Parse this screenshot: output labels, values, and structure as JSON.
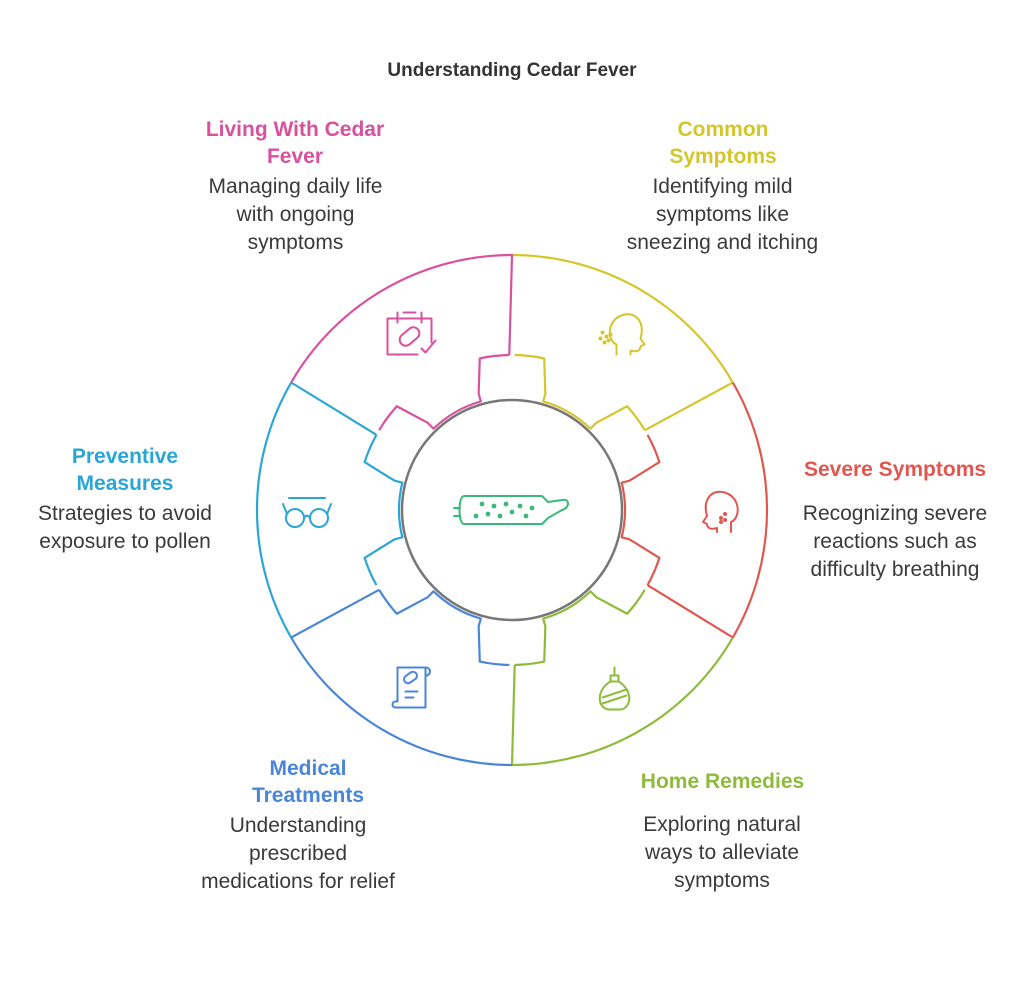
{
  "title": "Understanding Cedar Fever",
  "segments": [
    {
      "key": "common",
      "title": "Common Symptoms",
      "description": "Identifying mild symptoms like sneezing and itching",
      "color": "#d4c62a",
      "icon": "sneezing-head-icon"
    },
    {
      "key": "severe",
      "title": "Severe Symptoms",
      "description": "Recognizing severe reactions such as difficulty breathing",
      "color": "#e0574f",
      "icon": "coughing-head-icon"
    },
    {
      "key": "home",
      "title": "Home Remedies",
      "description": "Exploring natural ways to alleviate symptoms",
      "color": "#8dbb3a",
      "icon": "herbal-bundle-icon"
    },
    {
      "key": "medical",
      "title": "Medical Treatments",
      "description": "Understanding prescribed medications for relief",
      "color": "#4a86d8",
      "icon": "prescription-icon"
    },
    {
      "key": "preventive",
      "title": "Preventive Measures",
      "description": "Strategies to avoid exposure to pollen",
      "color": "#2aa6d6",
      "icon": "glasses-icon"
    },
    {
      "key": "living",
      "title": "Living With Cedar Fever",
      "description": "Managing daily life with ongoing symptoms",
      "color": "#d9509d",
      "icon": "pill-calendar-icon"
    }
  ],
  "center": {
    "icon": "cedar-pollen-icon",
    "color": "#3bb978",
    "ring_color": "#777777"
  }
}
